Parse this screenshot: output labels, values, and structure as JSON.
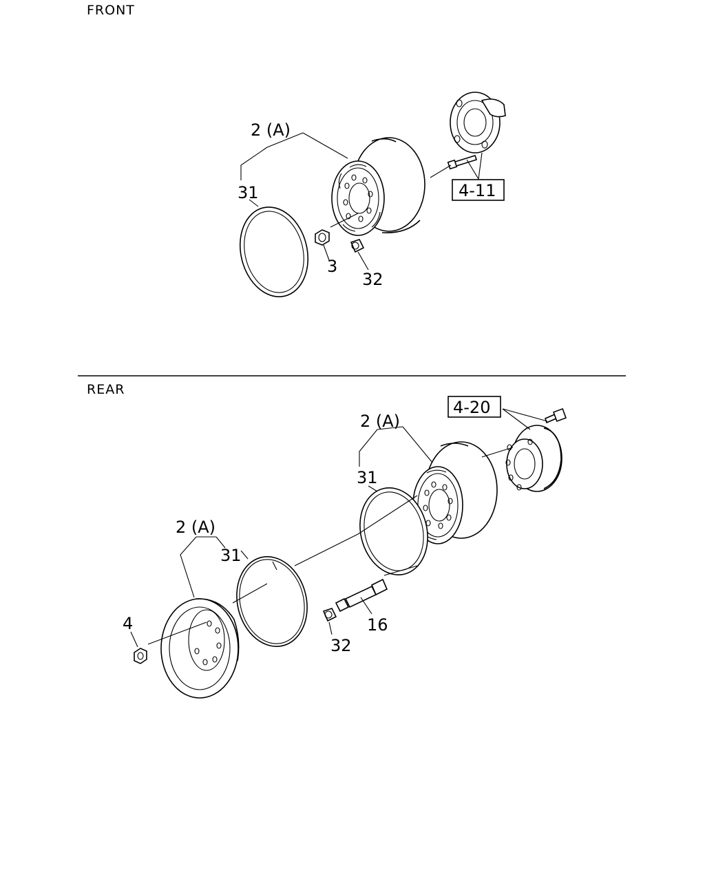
{
  "sections": {
    "front": {
      "heading": "FRONT",
      "labels": {
        "wheel": "2 (A)",
        "ring": "31",
        "nut": "3",
        "cap": "32",
        "ref": "4-11"
      }
    },
    "rear": {
      "heading": "REAR",
      "labels": {
        "outer_wheel": "2 (A)",
        "outer_ring": "31",
        "ref": "4-20",
        "inner_wheel": "2 (A)",
        "inner_ring": "31",
        "nut": "4",
        "cap": "32",
        "stud": "16"
      }
    }
  }
}
